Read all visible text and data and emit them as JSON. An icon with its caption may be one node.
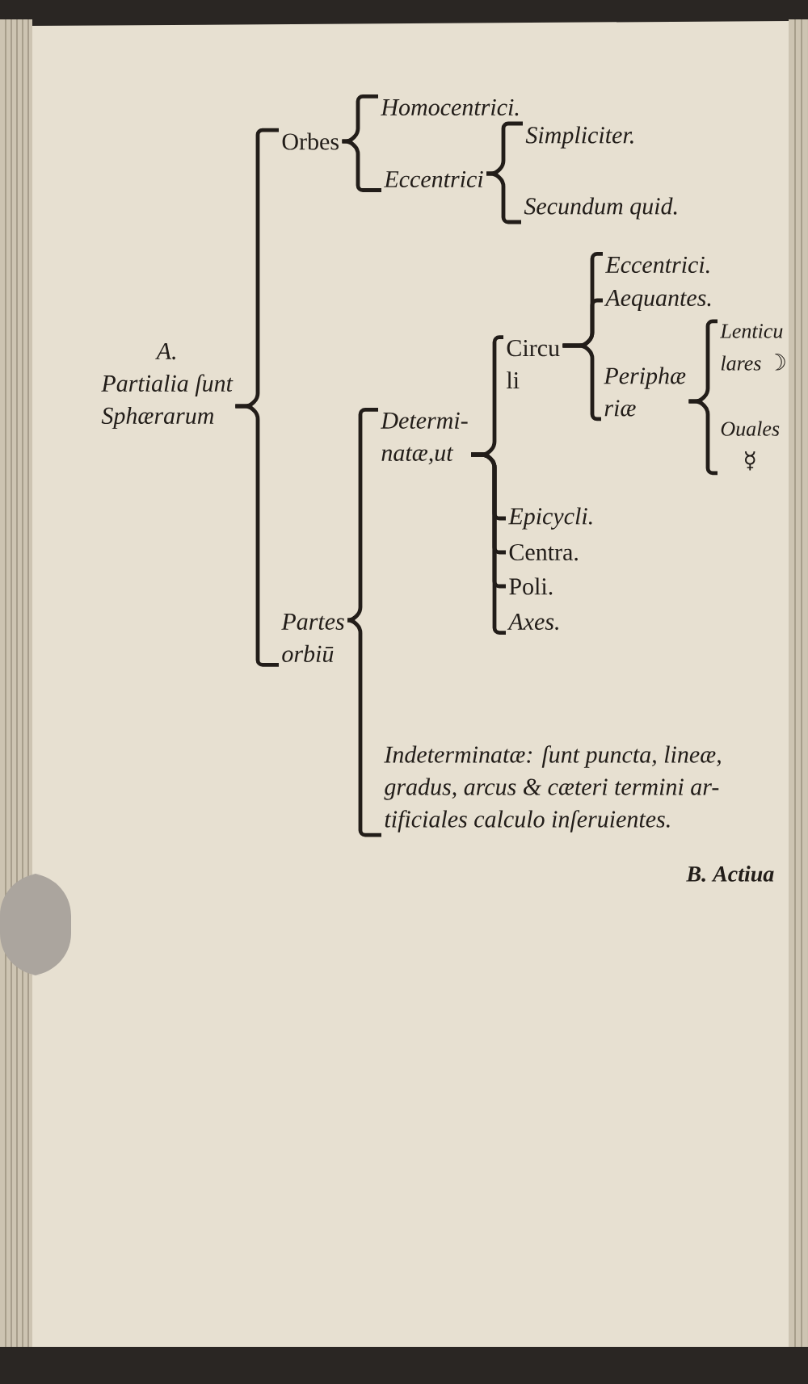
{
  "diagram": {
    "nodes": [
      {
        "text": [
          "A.",
          "Partialia ſunt Sphærarum"
        ]
      },
      {
        "text": [
          "Orbes"
        ]
      },
      {
        "text": [
          "Homocentrici."
        ]
      },
      {
        "text": [
          "Eccentrici"
        ]
      },
      {
        "text": [
          "Simpliciter."
        ]
      },
      {
        "text": [
          "Secundum quid."
        ]
      },
      {
        "text": [
          "Partes orbiū"
        ]
      },
      {
        "text": [
          "Determi- natæ,ut"
        ]
      },
      {
        "text": [
          "Circu li"
        ]
      },
      {
        "text": [
          "Eccentrici."
        ]
      },
      {
        "text": [
          "Aequantes."
        ]
      },
      {
        "text": [
          "Periphæ riæ"
        ]
      },
      {
        "text": [
          "Lenticu lares ☽"
        ]
      },
      {
        "text": [
          "Ouales ☿"
        ]
      },
      {
        "text": [
          "Epicycli."
        ]
      },
      {
        "text": [
          "Centra."
        ]
      },
      {
        "text": [
          "Poli."
        ]
      },
      {
        "text": [
          "Axes."
        ]
      },
      {
        "text": [
          "Indeterminatæ: ſunt puncta, lineæ, gradus, arcus & cæteri termini ar- tificiales calculo inſeruientes."
        ]
      }
    ],
    "edges": [
      {
        "from": 0,
        "to": 1,
        "arrow": "none"
      },
      {
        "from": 0,
        "to": 6,
        "arrow": "none"
      },
      {
        "from": 1,
        "to": 2,
        "arrow": "none"
      },
      {
        "from": 1,
        "to": 3,
        "arrow": "none"
      },
      {
        "from": 3,
        "to": 4,
        "arrow": "none"
      },
      {
        "from": 3,
        "to": 5,
        "arrow": "none"
      },
      {
        "from": 6,
        "to": 7,
        "arrow": "none"
      },
      {
        "from": 6,
        "to": 18,
        "arrow": "none"
      },
      {
        "from": 7,
        "to": 8,
        "arrow": "none"
      },
      {
        "from": 7,
        "to": 14,
        "arrow": "none"
      },
      {
        "from": 7,
        "to": 15,
        "arrow": "none"
      },
      {
        "from": 7,
        "to": 16,
        "arrow": "none"
      },
      {
        "from": 7,
        "to": 17,
        "arrow": "none"
      },
      {
        "from": 8,
        "to": 9,
        "arrow": "none"
      },
      {
        "from": 8,
        "to": 10,
        "arrow": "none"
      },
      {
        "from": 8,
        "to": 11,
        "arrow": "none"
      },
      {
        "from": 11,
        "to": 12,
        "arrow": "none"
      },
      {
        "from": 11,
        "to": 13,
        "arrow": "none"
      }
    ],
    "labels": [
      "B. Actiua"
    ]
  }
}
